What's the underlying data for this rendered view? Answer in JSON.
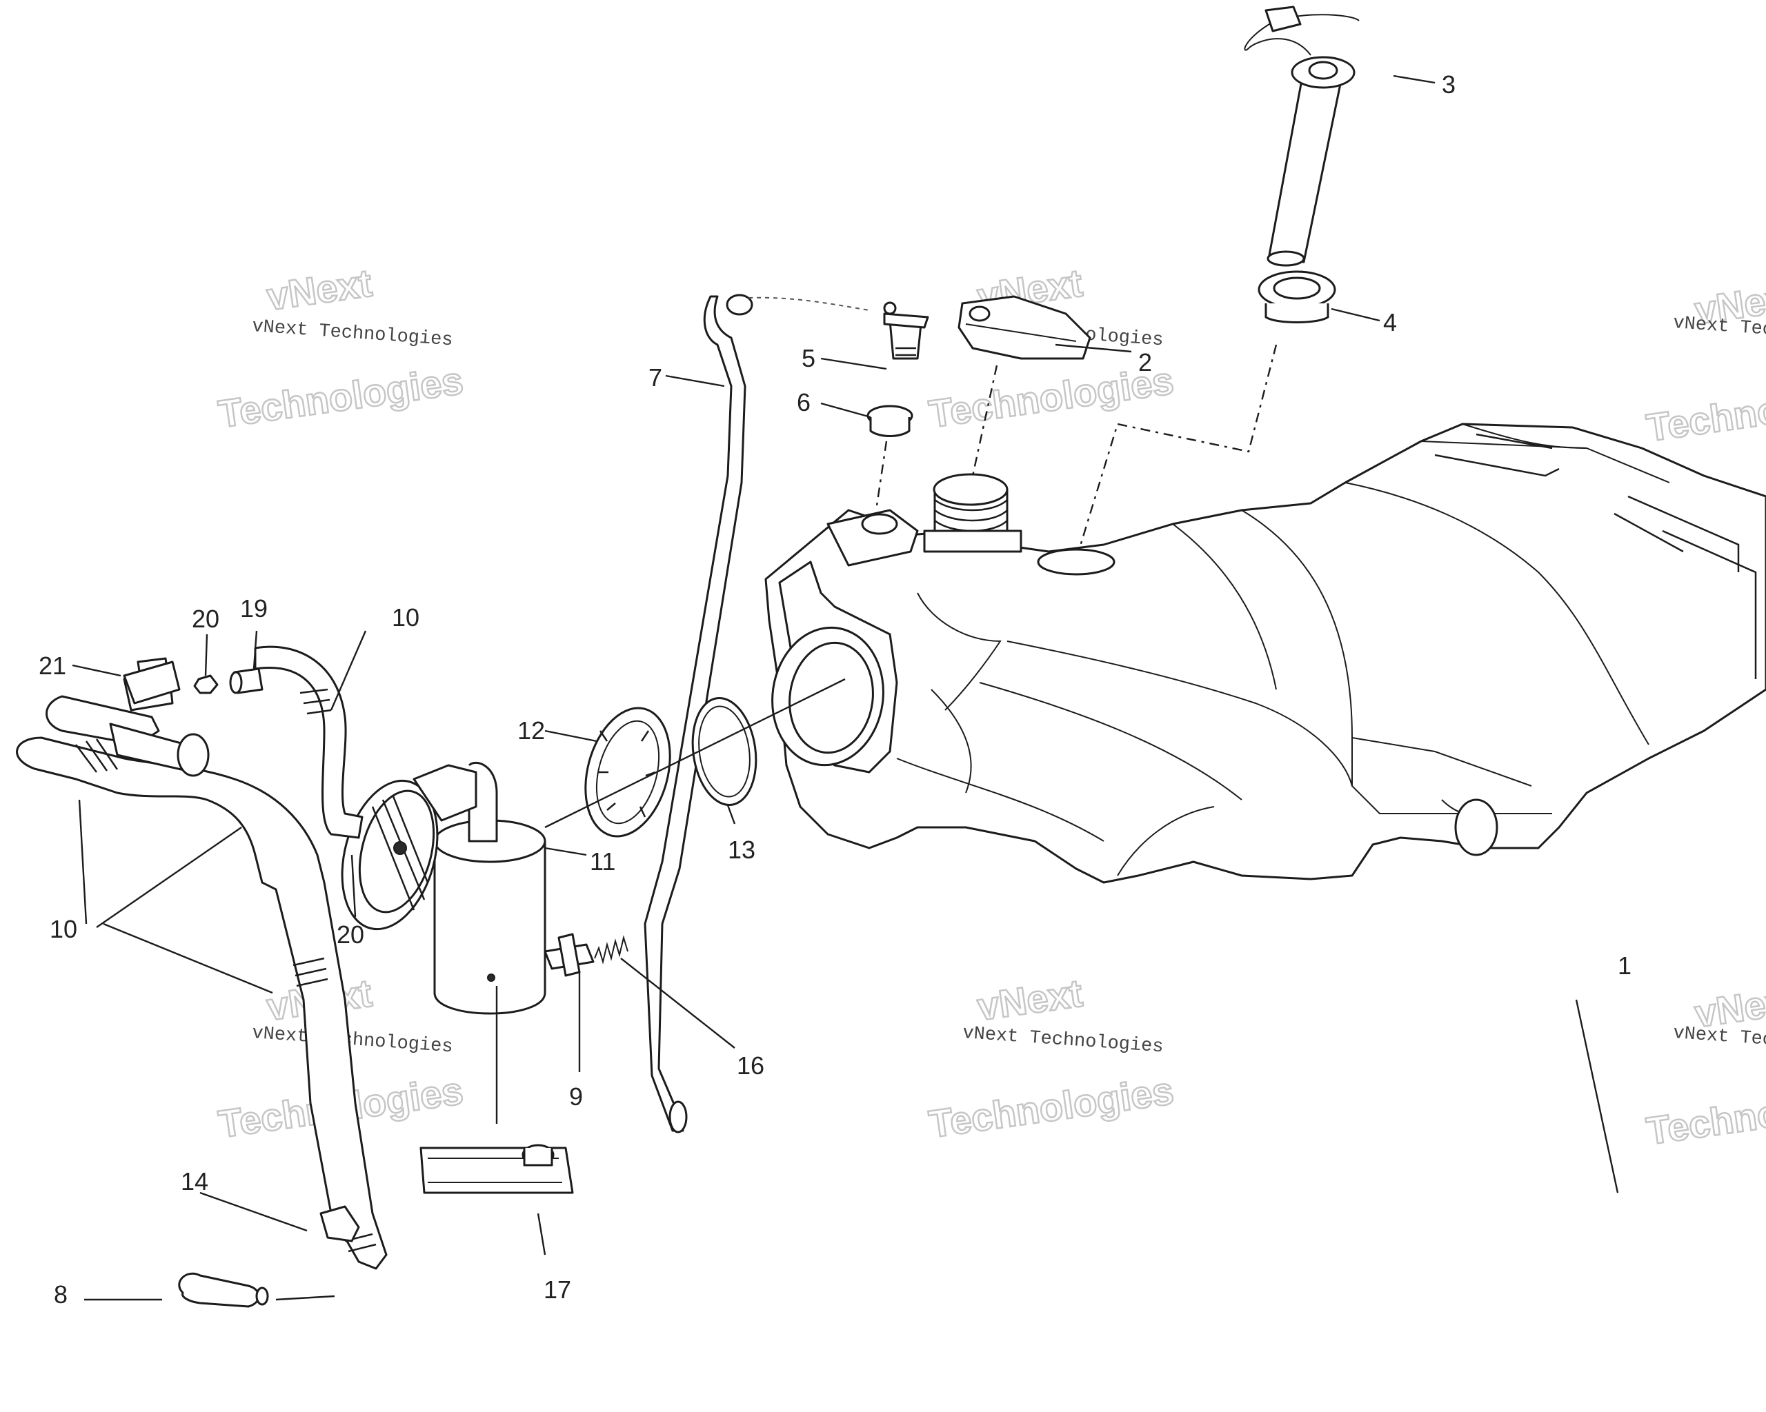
{
  "watermark": {
    "line1": "vNext Technologies",
    "big1": "vNext",
    "big2": "Technologies"
  },
  "callouts": {
    "c1": "1",
    "c2": "2",
    "c3": "3",
    "c4": "4",
    "c5": "5",
    "c6": "6",
    "c7": "7",
    "c8": "8",
    "c9": "9",
    "c10a": "10",
    "c10b": "10",
    "c11": "11",
    "c12": "12",
    "c13": "13",
    "c14": "14",
    "c16": "16",
    "c17": "17",
    "c19": "19",
    "c20a": "20",
    "c20b": "20",
    "c21": "21"
  },
  "colors": {
    "line": "#1c1c1c",
    "background": "#ffffff",
    "watermark": "#c6c6c6"
  }
}
